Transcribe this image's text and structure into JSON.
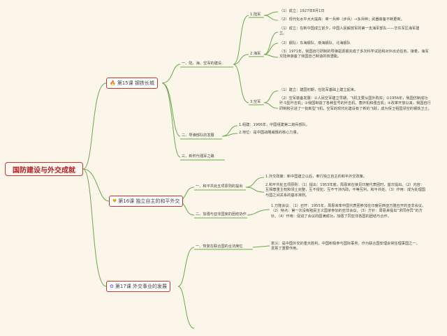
{
  "root": {
    "title": "国防建设与外交成就"
  },
  "lessons": [
    {
      "label": "第15课 钢铁长城",
      "icon": "fire-icon",
      "branches": [
        {
          "label": "一、陆、海、空军的建设"
        },
        {
          "label": "二、导弹部队的发展"
        },
        {
          "label": "三、新时代强军之路"
        }
      ],
      "army": {
        "label": "1.陆军",
        "items": [
          "（1）成立：1927年8月1日",
          "（2）现代化水平大大提高：单一兵种（步兵）→多兵种；武器装备不断更新。"
        ]
      },
      "navy": {
        "label": "2.海军",
        "items": [
          "（1）成立：在新中国成立前夕，中国人民解放军的第一支海军部队——华东军区海军建立。",
          "（2）舰队：东海舰队、南海舰队、北海舰队",
          "（3）1971年，我国自行研制的导弹驱逐舰完成了多次科学试验和对外出访任务。接着，海军又陆续装备了我国自己制造的核潜艇。"
        ]
      },
      "airforce": {
        "label": "3.空军",
        "items": [
          "（1）建立：建国初期，在陆军基础上建立起来。",
          "（2）空军装备发展：①人民空军建立早期，飞机主要从国外购买；②1956年，我国仿制成功歼-5型歼击机；③我国制造了各种型号的歼击机、轰炸机和强击机；④改革开放以来，我国自行研制和引进了一批新型飞机，空军的现代化建设有了新的飞跃，成为保卫祖国领空的钢铁卫士。"
        ]
      },
      "missile": {
        "items": [
          "1.组建：1966年，中国组建第二炮兵部队。",
          "2.地位：是中国战略威慑的核心力量。"
        ]
      }
    },
    {
      "label": "第16课 独立自主的和平外交",
      "icon": "heart-icon",
      "branches": [
        {
          "label": "一、和平共处五项原则的提出"
        },
        {
          "label": "二、加强与亚非国家的团结协作"
        }
      ],
      "diplomacy": {
        "items": [
          "1.外交政策：新中国建立以后，奉行独立自主的和平外交政策。",
          "2.和平共处五项原则：（1）提出：1953年底，周恩来在接见印度代表团时，首次提出。（2）内容：互相尊重主权和领土完整，互不侵犯，互不干涉内政，平等互利，和平共处。（3）作用：成为处理国与国之间关系的基本准则。"
        ]
      },
      "bandung": {
        "text": "1.万隆会议：（1）召开：1955年，周恩来率中国代表团参加在印度尼西亚万隆召开的亚非会议。（2）特点：第一次没有殖民主义国家参加的亚非会议。（3）方针：周恩来提出“求同存异”的方针。（4）作用：促进了会议的圆满成功，加强了同亚非各国的团结与合作。"
      }
    },
    {
      "label": "第17课 外交事业的发展",
      "icon": "star-icon",
      "branches": [
        {
          "label": "一、恢复在联合国的合法席位"
        }
      ],
      "un": {
        "text": "意义：是中国外交的重大胜利。中国积极参与国际事务，作为联合国安理会常任理事国之一，发挥了重要作用。"
      }
    }
  ],
  "colors": {
    "line": "#6aa84f",
    "accent": "#c0392b",
    "background": "#fbf6e9"
  }
}
